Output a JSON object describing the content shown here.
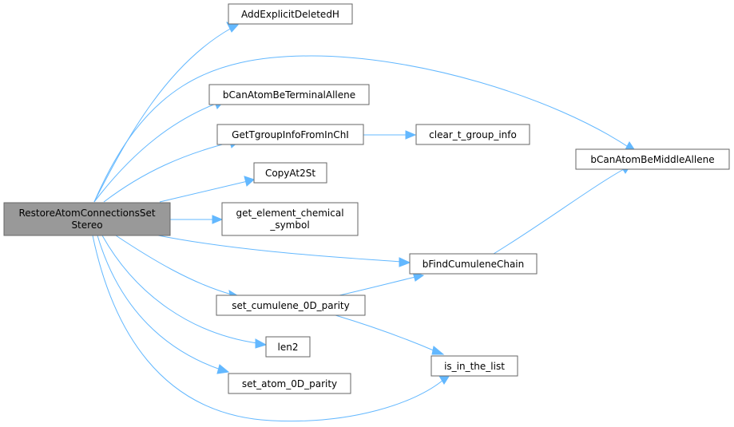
{
  "diagram": {
    "root": {
      "lines": [
        "RestoreAtomConnectionsSet",
        "Stereo"
      ]
    },
    "nodes": {
      "addexplicit": [
        "AddExplicitDeletedH"
      ],
      "terminalallene": [
        "bCanAtomBeTerminalAllene"
      ],
      "gettgroup": [
        "GetTgroupInfoFromInChI"
      ],
      "cleartgroup": [
        "clear_t_group_info"
      ],
      "middleallene": [
        "bCanAtomBeMiddleAllene"
      ],
      "copyat2st": [
        "CopyAt2St"
      ],
      "getelement": [
        "get_element_chemical",
        "_symbol"
      ],
      "findcumulene": [
        "bFindCumuleneChain"
      ],
      "setcumulene": [
        "set_cumulene_0D_parity"
      ],
      "len2": [
        "len2"
      ],
      "inlist": [
        "is_in_the_list"
      ],
      "setatom": [
        "set_atom_0D_parity"
      ]
    },
    "colors": {
      "edge": "#63b8ff",
      "root_fill": "#999999",
      "node_border": "#666666"
    }
  }
}
